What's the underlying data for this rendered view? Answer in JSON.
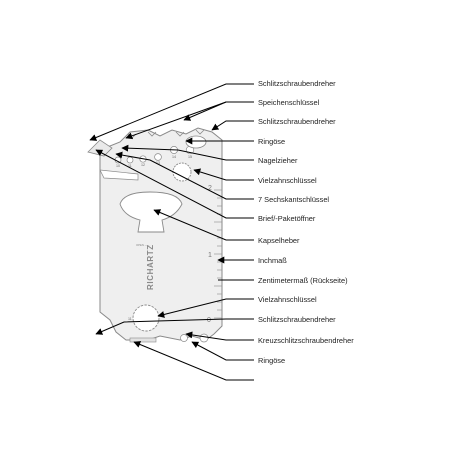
{
  "labels": [
    "Schlitzschraubendreher",
    "Speichenschlüssel",
    "Schlitzschraubendreher",
    "Ringöse",
    "Nagelzieher",
    "Vielzahnschlüssel",
    "7 Sechskantschlüssel",
    "Brief/-Paketöffner",
    "Kapselheber",
    "Inchmaß",
    "Zentimetermaß (Rückseite)",
    "Vielzahnschlüssel",
    "Schlitzschraubendreher",
    "Kreuzschlitzschraubendreher",
    "Ringöse"
  ],
  "card": {
    "brand": "RICHARTZ",
    "inch_marks": [
      "2",
      "1",
      "0"
    ],
    "hex_sizes": [
      "10",
      "11",
      "12",
      "13",
      "14",
      "15"
    ]
  },
  "colors": {
    "card_fill": "#efefef",
    "card_stroke": "#8a8a8a",
    "arrow": "#000000",
    "text": "#222222"
  }
}
